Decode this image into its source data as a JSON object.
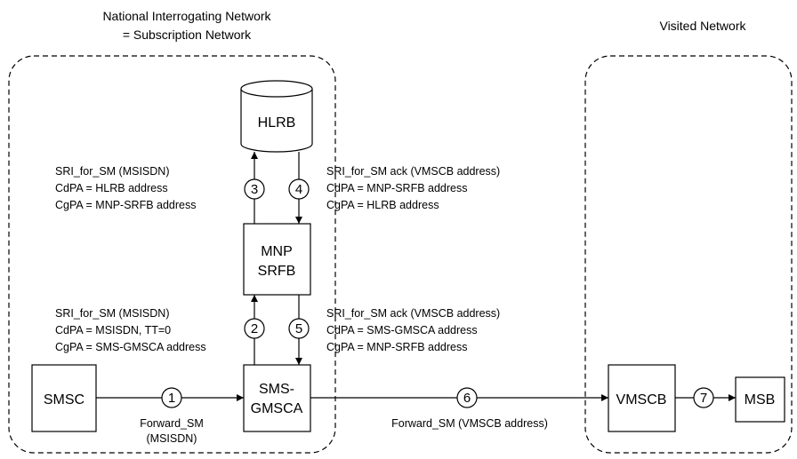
{
  "regions": {
    "home_title_line1": "National Interrogating Network",
    "home_title_line2": "= Subscription Network",
    "visited_title": "Visited Network"
  },
  "nodes": {
    "hlrb": "HLRB",
    "mnp_line1": "MNP",
    "mnp_line2": "SRFB",
    "smsc": "SMSC",
    "gmsc_line1": "SMS-",
    "gmsc_line2": "GMSCA",
    "vmscb": "VMSCB",
    "msb": "MSB"
  },
  "steps": [
    "1",
    "2",
    "3",
    "4",
    "5",
    "6",
    "7"
  ],
  "messages": {
    "m3": [
      "SRI_for_SM (MSISDN)",
      "CdPA = HLRB address",
      "CgPA = MNP-SRFB address"
    ],
    "m4": [
      "SRI_for_SM ack (VMSCB address)",
      "CdPA = MNP-SRFB address",
      "CgPA = HLRB address"
    ],
    "m2": [
      "SRI_for_SM (MSISDN)",
      "CdPA = MSISDN, TT=0",
      "CgPA = SMS-GMSCA address"
    ],
    "m5": [
      "SRI_for_SM ack (VMSCB address)",
      "CdPA = SMS-GMSCA address",
      "CgPA = MNP-SRFB address"
    ],
    "m1": [
      "Forward_SM",
      "(MSISDN)"
    ],
    "m6": [
      "Forward_SM (VMSCB address)"
    ]
  }
}
